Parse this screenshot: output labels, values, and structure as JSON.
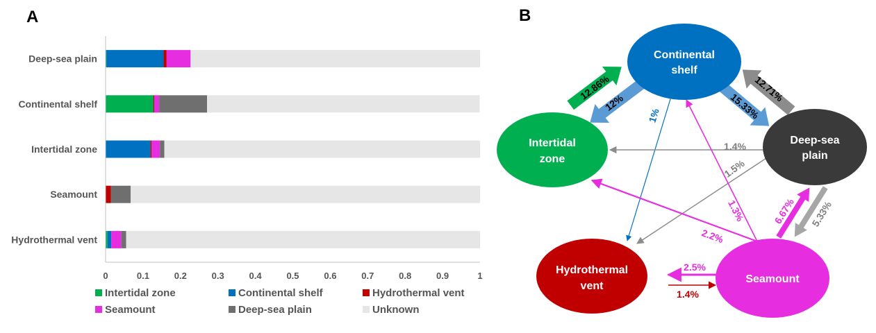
{
  "panels": {
    "a_letter": "A",
    "b_letter": "B"
  },
  "colors": {
    "intertidal": "#00b050",
    "continental": "#0070c0",
    "hydrothermal": "#c00000",
    "seamount": "#e62de0",
    "deepsea": "#6f6f6f",
    "unknown": "#e6e6e6",
    "deepsea_node": "#3a3a3a"
  },
  "chart_data": [
    {
      "type": "bar",
      "orientation": "horizontal",
      "stacked": true,
      "categories": [
        "Deep-sea plain",
        "Continental shelf",
        "Intertidal zone",
        "Seamount",
        "Hydrothermal vent"
      ],
      "series": [
        {
          "name": "Intertidal zone",
          "color": "#00b050",
          "values": [
            0.002,
            0.128,
            0.0,
            0.0,
            0.005
          ]
        },
        {
          "name": "Continental shelf",
          "color": "#0070c0",
          "values": [
            0.153,
            0.0,
            0.12,
            0.0,
            0.01
          ]
        },
        {
          "name": "Hydrothermal vent",
          "color": "#c00000",
          "values": [
            0.008,
            0.002,
            0.003,
            0.014,
            0.0
          ]
        },
        {
          "name": "Seamount",
          "color": "#e62de0",
          "values": [
            0.064,
            0.013,
            0.022,
            0.0,
            0.027
          ]
        },
        {
          "name": "Deep-sea plain",
          "color": "#6f6f6f",
          "values": [
            0.0,
            0.128,
            0.012,
            0.053,
            0.013
          ]
        },
        {
          "name": "Unknown",
          "color": "#e6e6e6",
          "values": [
            0.773,
            0.728,
            0.843,
            0.933,
            0.945
          ]
        }
      ],
      "xlim": [
        0,
        1
      ],
      "xticks": [
        "0",
        "0.1",
        "0.2",
        "0.3",
        "0.4",
        "0.5",
        "0.6",
        "0.7",
        "0.8",
        "0.9",
        "1"
      ],
      "legend_position": "bottom",
      "grid": false
    },
    {
      "type": "flow-diagram",
      "nodes": [
        {
          "id": "continental",
          "label_lines": [
            "Continental",
            "shelf"
          ],
          "color": "#0070c0"
        },
        {
          "id": "intertidal",
          "label_lines": [
            "Intertidal",
            "zone"
          ],
          "color": "#00b050"
        },
        {
          "id": "deepsea",
          "label_lines": [
            "Deep-sea",
            "plain"
          ],
          "color": "#3a3a3a"
        },
        {
          "id": "hydrothermal",
          "label_lines": [
            "Hydrothermal",
            "vent"
          ],
          "color": "#c00000"
        },
        {
          "id": "seamount",
          "label_lines": [
            "Seamount"
          ],
          "color": "#e62de0"
        }
      ],
      "flows": [
        {
          "from": "intertidal",
          "to": "continental",
          "label": "12.86%"
        },
        {
          "from": "continental",
          "to": "intertidal",
          "label": "12%"
        },
        {
          "from": "deepsea",
          "to": "continental",
          "label": "12.71%"
        },
        {
          "from": "continental",
          "to": "deepsea",
          "label": "15.33%"
        },
        {
          "from": "continental",
          "to": "hydrothermal",
          "label": "1%"
        },
        {
          "from": "deepsea",
          "to": "intertidal",
          "label": "1.4%"
        },
        {
          "from": "deepsea",
          "to": "hydrothermal",
          "label": "1.5%"
        },
        {
          "from": "seamount",
          "to": "continental",
          "label": "1.3%"
        },
        {
          "from": "seamount",
          "to": "intertidal",
          "label": "2.2%"
        },
        {
          "from": "seamount",
          "to": "deepsea",
          "label": "6.67%"
        },
        {
          "from": "deepsea",
          "to": "seamount",
          "label": "5.33%"
        },
        {
          "from": "seamount",
          "to": "hydrothermal",
          "label": "2.5%"
        },
        {
          "from": "hydrothermal",
          "to": "seamount",
          "label": "1.4%"
        }
      ]
    }
  ]
}
